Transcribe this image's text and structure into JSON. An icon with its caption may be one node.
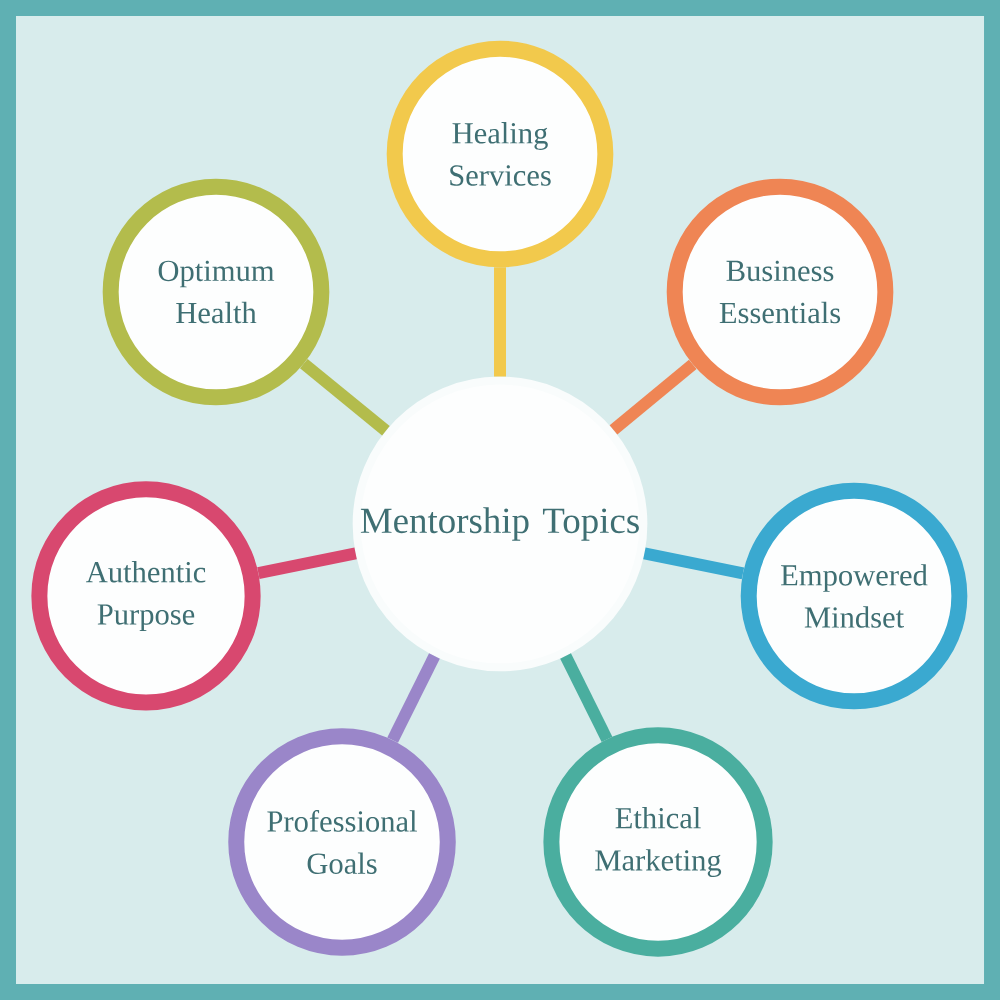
{
  "diagram": {
    "nodes": [
      {
        "text": [
          "Mentorship Topics"
        ]
      },
      {
        "text": [
          "Healing Services"
        ]
      },
      {
        "text": [
          "Optimum Health"
        ]
      },
      {
        "text": [
          "Business Essentials"
        ]
      },
      {
        "text": [
          "Authentic Purpose"
        ]
      },
      {
        "text": [
          "Empowered Mindset"
        ]
      },
      {
        "text": [
          "Professional Goals"
        ]
      },
      {
        "text": [
          "Ethical Marketing"
        ]
      }
    ],
    "edges": [
      {
        "from": 0,
        "to": 1,
        "arrow": "none",
        "color": "#f2c94c"
      },
      {
        "from": 0,
        "to": 2,
        "arrow": "none",
        "color": "#b3bc4c"
      },
      {
        "from": 0,
        "to": 3,
        "arrow": "none",
        "color": "#ef8554"
      },
      {
        "from": 0,
        "to": 4,
        "arrow": "none",
        "color": "#d8486f"
      },
      {
        "from": 0,
        "to": 5,
        "arrow": "none",
        "color": "#3aa9d0"
      },
      {
        "from": 0,
        "to": 6,
        "arrow": "none",
        "color": "#9a86c9"
      },
      {
        "from": 0,
        "to": 7,
        "arrow": "none",
        "color": "#4aae9f"
      }
    ]
  }
}
